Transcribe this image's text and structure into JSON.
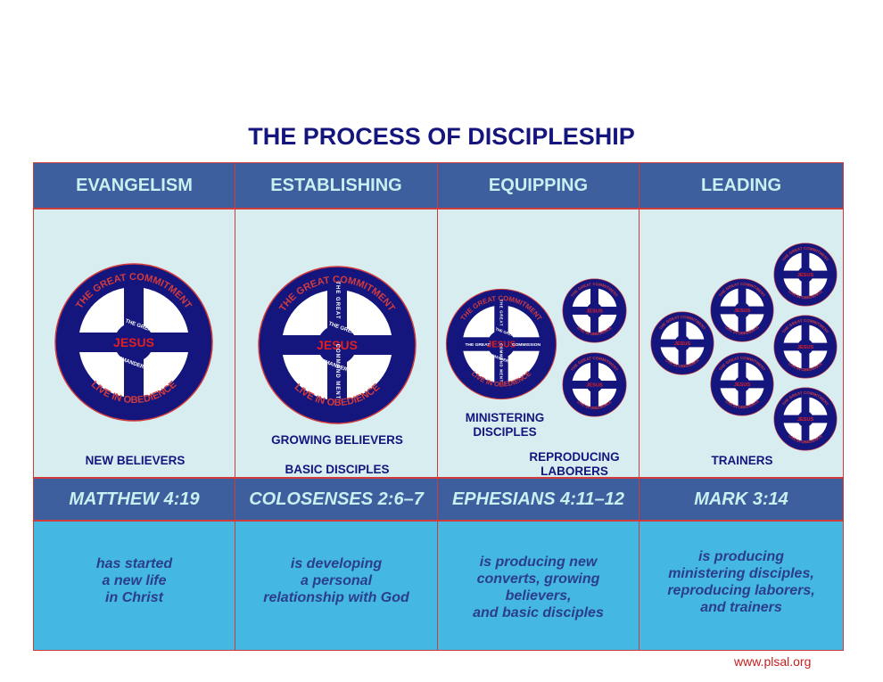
{
  "title": "THE PROCESS OF DISCIPLESHIP",
  "colors": {
    "dark_blue": "#15157e",
    "header_blue": "#3d5f9e",
    "panel": "#d8edf0",
    "cyan": "#44b8e0",
    "red": "#d23b3b",
    "jesus_red": "#e02020"
  },
  "wheel_text": {
    "top_arc": "THE GREAT COMMITMENT",
    "bottom_arc": "LIVE IN OBEDIENCE",
    "center": "JESUS",
    "upper": "THE GREAT",
    "lower": "COMMANDER",
    "vertical": "THE GREAT",
    "vertical_lower": "COMMAND MENT",
    "left": "THE GREAT",
    "right": "COMMISSION"
  },
  "columns": [
    {
      "header": "EVANGELISM",
      "reference": "MATTHEW 4:19",
      "labels": [
        "NEW BELIEVERS"
      ],
      "description": [
        "has started",
        "a new life",
        "in Christ"
      ]
    },
    {
      "header": "ESTABLISHING",
      "reference": "COLOSENSES 2:6–7",
      "labels": [
        "GROWING BELIEVERS",
        "BASIC DISCIPLES"
      ],
      "description": [
        "is developing",
        "a personal",
        "relationship with God"
      ]
    },
    {
      "header": "EQUIPPING",
      "reference": "EPHESIANS 4:11–12",
      "labels": [
        "MINISTERING",
        "DISCIPLES",
        "REPRODUCING",
        "LABORERS"
      ],
      "description": [
        "is producing new",
        "converts, growing",
        "believers,",
        "and basic disciples"
      ]
    },
    {
      "header": "LEADING",
      "reference": "MARK 3:14",
      "labels": [
        "TRAINERS"
      ],
      "description": [
        "is producing",
        "ministering disciples,",
        "reproducing laborers,",
        "and trainers"
      ]
    }
  ],
  "footer": "www.plsal.org"
}
